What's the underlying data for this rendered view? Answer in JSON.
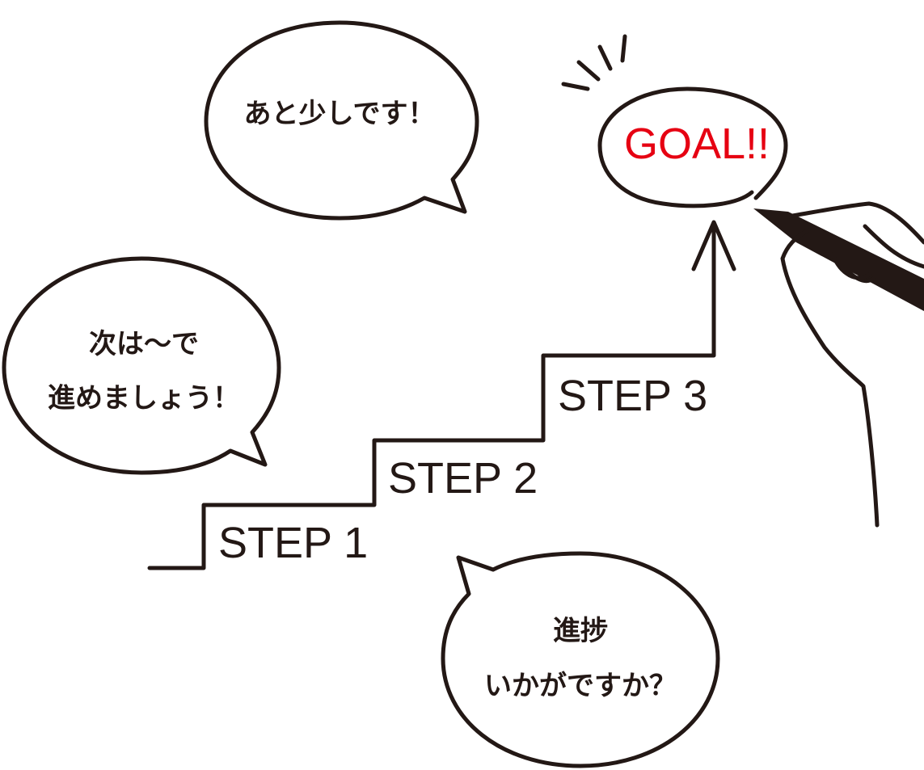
{
  "bubbles": {
    "top": "あと少しです！",
    "left_line1": "次は〜で",
    "left_line2": "進めましょう！",
    "bottom_line1": "進捗",
    "bottom_line2": "いかがですか？"
  },
  "steps": [
    "STEP 1",
    "STEP 2",
    "STEP 3"
  ],
  "goal": "GOAL!!",
  "colors": {
    "goal": "#e60012",
    "ink": "#231815"
  }
}
